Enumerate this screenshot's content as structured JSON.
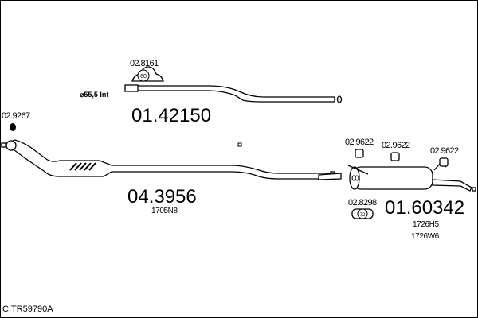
{
  "parts": {
    "front_pipe": {
      "code": "01.42150",
      "clamp": "02.8161",
      "clamp_size": "60",
      "diameter_note": "⌀55,5 Int"
    },
    "catalyst_pipe": {
      "code": "04.3956",
      "ref": "1705N8",
      "gasket": "02.9267"
    },
    "rear_silencer": {
      "code": "01.60342",
      "refs": [
        "1726H5",
        "1726W6"
      ],
      "hangers": [
        "02.9622",
        "02.9622",
        "02.9622"
      ],
      "clamp": "02.8298",
      "clamp_size": "72"
    }
  },
  "footer": {
    "vehicle_code": "CITR59790A"
  }
}
